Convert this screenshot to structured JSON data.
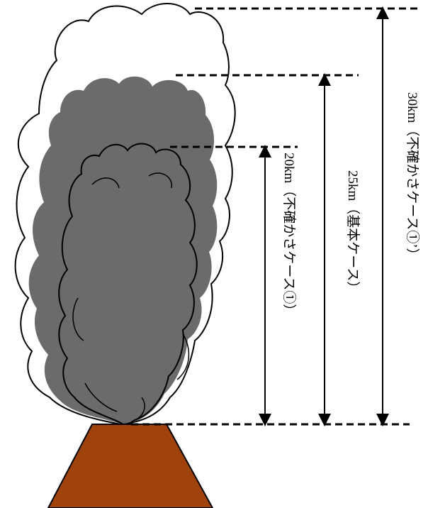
{
  "labels": {
    "case_30km": "30km（不確かさケース①’）",
    "case_25km": "25km（基本ケース）",
    "case_20km": "20km（不確かさケース①）"
  },
  "colors": {
    "outer_plume_fill": "#ffffff",
    "middle_plume_fill": "#6b6b6b",
    "inner_plume_fill": "#6b6b6b",
    "volcano_fill": "#a0420c",
    "line": "#000000"
  }
}
